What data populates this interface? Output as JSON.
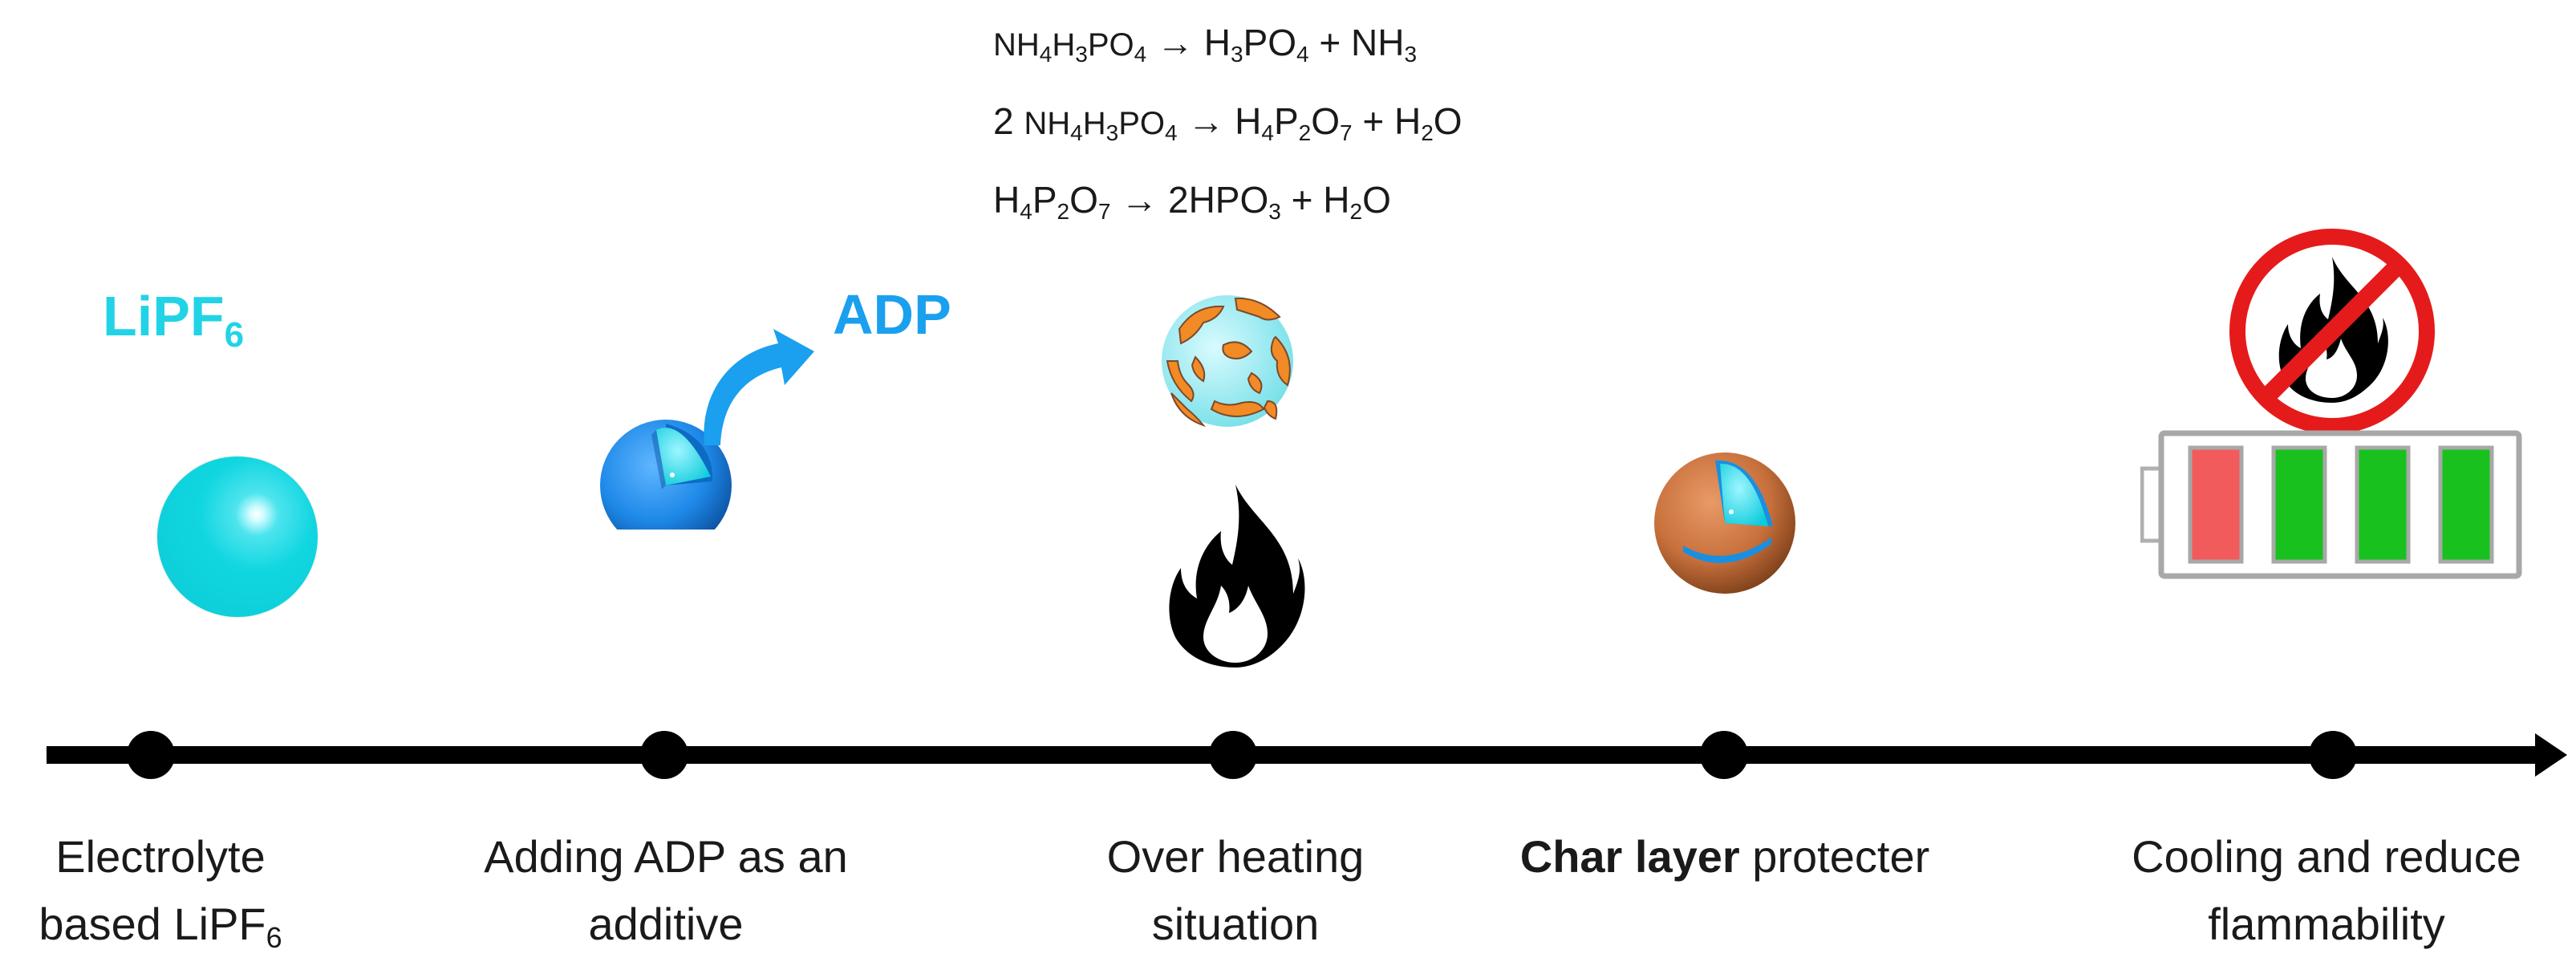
{
  "equations": [
    {
      "lhs": "NH₄H₃PO₄",
      "arrow": "→",
      "rhs": "H₃PO₄ + NH₃"
    },
    {
      "lhs": "2 NH₄H₃PO₄",
      "arrow": "→",
      "rhs": "H₄P₂O₇ + H₂O"
    },
    {
      "lhs": "H₄P₂O₇",
      "arrow": "→",
      "rhs": "2HPO₃ + H₂O"
    }
  ],
  "labels": {
    "lipf6": "LiPF",
    "lipf6_sub": "6",
    "adp": "ADP"
  },
  "steps": [
    {
      "line1": "Electrolyte",
      "line2a": "based LiPF",
      "line2_sub": "6"
    },
    {
      "line1": "Adding ADP as an",
      "line2": "additive"
    },
    {
      "line1": "Over heating",
      "line2": "situation"
    },
    {
      "bold": "Char layer",
      "rest": " protecter"
    },
    {
      "line1": "Cooling and reduce",
      "line2": "flammability"
    }
  ],
  "colors": {
    "cyan": "#10d6e0",
    "blue": "#1e8ee8",
    "label_cyan": "#22d3e6",
    "label_blue": "#1aa0ee",
    "char": "#c8703c",
    "orange_flakes": "#f28a26",
    "battery_red": "#f25b5b",
    "battery_green": "#19c11f",
    "no_sign_red": "#e51b1b"
  },
  "icons": [
    "fire-icon",
    "no-fire-icon",
    "battery-icon",
    "curved-arrow-icon"
  ]
}
